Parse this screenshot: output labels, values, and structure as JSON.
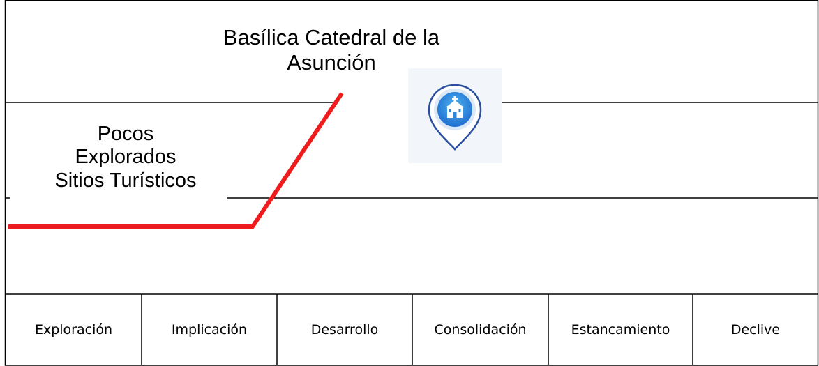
{
  "diagram": {
    "title_lines": [
      "Basílica Catedral de la",
      "Asunción"
    ],
    "left_label_lines": [
      "Pocos",
      "Explorados",
      "Sitios Turísticos"
    ],
    "icon": "church-location-pin-icon",
    "stages": [
      "Exploración",
      "Implicación",
      "Desarrollo",
      "Consolidación",
      "Estancamiento",
      "Declive"
    ]
  },
  "colors": {
    "curve": "#ee1c1c",
    "lines": "#000000",
    "pin_outer": "#1f6fd1",
    "pin_inner": "#3aa0e6",
    "background": "#ffffff"
  }
}
